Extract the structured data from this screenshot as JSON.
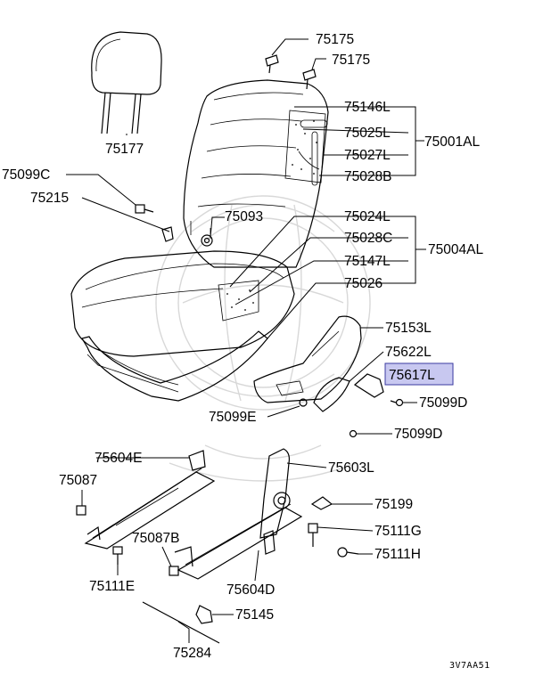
{
  "highlight_color": "#c8c8f0",
  "diagram_code": "3V7AA51",
  "parts": {
    "p75175a": "75175",
    "p75175b": "75175",
    "p75177": "75177",
    "p75146L": "75146L",
    "p75025L": "75025L",
    "p75027L": "75027L",
    "p75028B": "75028B",
    "p75001AL": "75001AL",
    "p75099C": "75099C",
    "p75215": "75215",
    "p75093": "75093",
    "p75024L": "75024L",
    "p75028C": "75028C",
    "p75147L": "75147L",
    "p75004AL": "75004AL",
    "p75026": "75026",
    "p75153L": "75153L",
    "p75622L": "75622L",
    "p75617L": "75617L",
    "p75099D_1": "75099D",
    "p75099E": "75099E",
    "p75099D_2": "75099D",
    "p75604E": "75604E",
    "p75603L": "75603L",
    "p75087": "75087",
    "p75199": "75199",
    "p75087B": "75087B",
    "p75111G": "75111G",
    "p75111H": "75111H",
    "p75111E": "75111E",
    "p75604D": "75604D",
    "p75145": "75145",
    "p75284": "75284"
  }
}
